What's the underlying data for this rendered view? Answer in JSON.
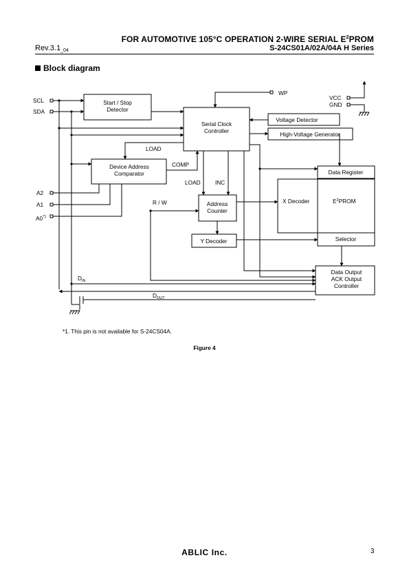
{
  "header": {
    "title_main": "FOR AUTOMOTIVE 105°C OPERATION 2-WIRE SERIAL E",
    "title_sup": "2",
    "title_end": "PROM",
    "revision": "Rev.3.1",
    "revision_sub": "_04",
    "series": "S-24CS01A/02A/04A H Series"
  },
  "section": {
    "title": "Block diagram"
  },
  "diagram": {
    "pins": {
      "scl": "SCL",
      "sda": "SDA",
      "a2": "A2",
      "a1": "A1",
      "a0": "A0",
      "a0_note": "*1",
      "wp": "WP",
      "vcc": "VCC",
      "gnd": "GND"
    },
    "blocks": {
      "start_stop_1": "Start / Stop",
      "start_stop_2": "Detector",
      "serial_clock_1": "Serial Clock",
      "serial_clock_2": "Controller",
      "voltage_detector": "Voltage Detector",
      "hv_generator": "High-Voltage Generator",
      "device_addr_1": "Device Address",
      "device_addr_2": "Comparator",
      "data_register": "Data Register",
      "x_decoder": "X Decoder",
      "eeprom_e": "E",
      "eeprom_sup": "2",
      "eeprom_end": "PROM",
      "address_counter_1": "Address",
      "address_counter_2": "Counter",
      "y_decoder": "Y Decoder",
      "selector": "Selector",
      "data_output_1": "Data Output",
      "data_output_2": "ACK Output",
      "data_output_3": "Controller"
    },
    "signals": {
      "load_top": "LOAD",
      "comp": "COMP",
      "load_mid": "LOAD",
      "inc": "INC",
      "rw": "R / W",
      "din": "D",
      "din_sub": "IN",
      "dout": "D",
      "dout_sub": "OUT"
    }
  },
  "footnote": "*1.  This pin is not available for S-24CS04A.",
  "figure_caption": "Figure 4",
  "footer": {
    "brand": "ABLIC Inc.",
    "page_number": "3"
  }
}
